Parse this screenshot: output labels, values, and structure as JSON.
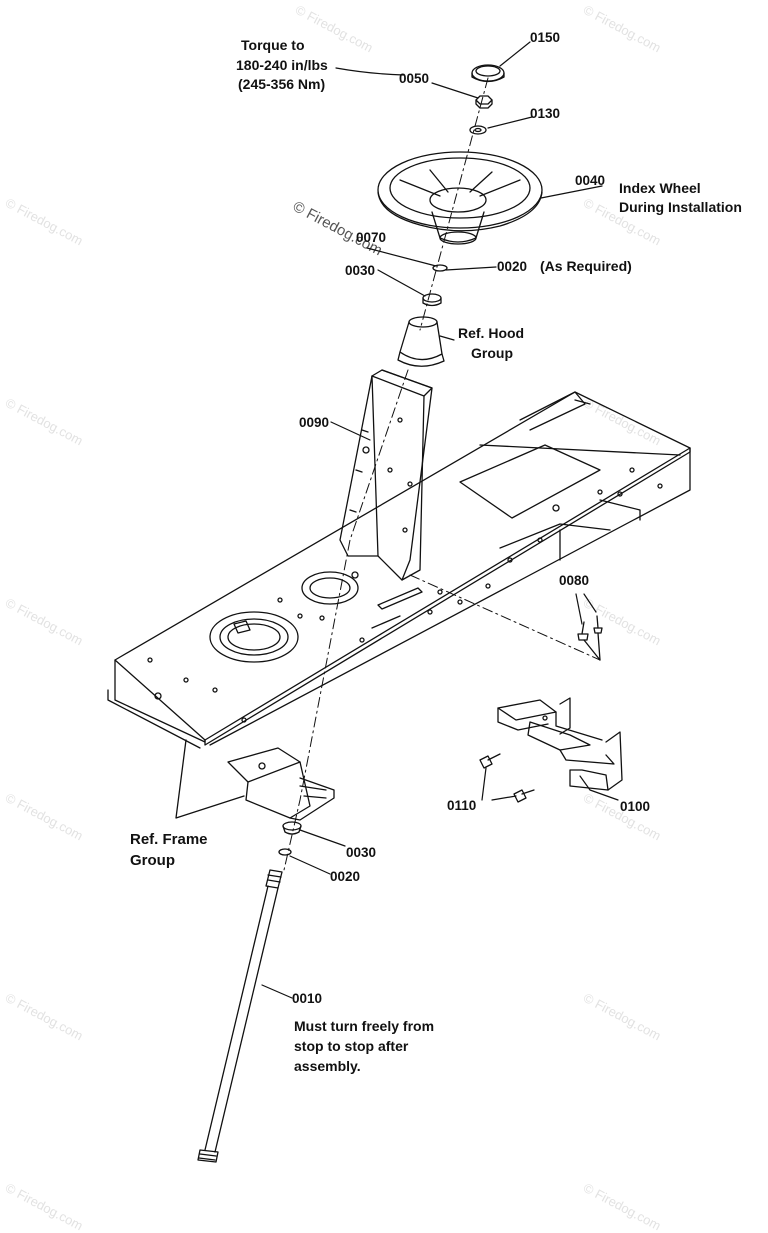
{
  "watermark": "© Firedog.com",
  "callouts": {
    "torque_line1": "Torque to",
    "torque_line2": "180-240 in/lbs",
    "torque_line3": "(245-356 Nm)",
    "index_line1": "Index Wheel",
    "index_line2": "During Installation",
    "as_required": "(As Required)",
    "hood_line1": "Ref. Hood",
    "hood_line2": "Group",
    "frame_line1": "Ref. Frame",
    "frame_line2": "Group",
    "turn_line1": "Must turn freely from",
    "turn_line2": "stop to stop after",
    "turn_line3": "assembly."
  },
  "parts": {
    "p0150": "0150",
    "p0050": "0050",
    "p0130": "0130",
    "p0040": "0040",
    "p0070": "0070",
    "p0030_top": "0030",
    "p0020_top": "0020",
    "p0090": "0090",
    "p0080": "0080",
    "p0110": "0110",
    "p0100": "0100",
    "p0030_bottom": "0030",
    "p0020_bottom": "0020",
    "p0010": "0010"
  },
  "colors": {
    "ink": "#111111",
    "watermark": "#e2e2e2"
  }
}
